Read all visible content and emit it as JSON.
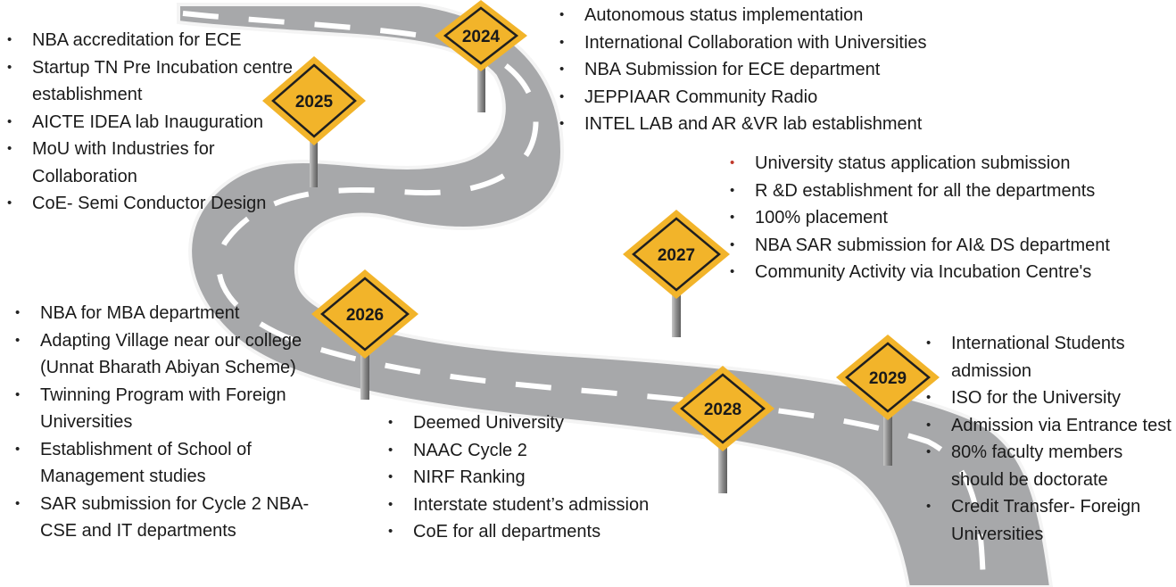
{
  "milestones": [
    {
      "year": "2025",
      "items": [
        "NBA accreditation for ECE",
        "Startup TN Pre Incubation centre establishment",
        "AICTE IDEA lab Inauguration",
        "MoU with Industries for Collaboration",
        "CoE- Semi Conductor Design"
      ]
    },
    {
      "year": "2024",
      "items": [
        "Autonomous status implementation",
        "International Collaboration with Universities",
        "NBA Submission for ECE department",
        "JEPPIAAR Community Radio",
        "INTEL LAB and AR &VR lab establishment"
      ]
    },
    {
      "year": "2027",
      "items": [
        "University status application submission",
        "R &D establishment for all the departments",
        "100% placement",
        "NBA SAR submission for AI& DS department",
        "Community Activity via Incubation Centre's"
      ]
    },
    {
      "year": "2026",
      "items": [
        "NBA for MBA department",
        "Adapting Village near our college (Unnat Bharath Abiyan Scheme)",
        "Twinning Program with Foreign Universities",
        "Establishment of School of Management studies",
        "SAR submission for Cycle 2 NBA- CSE and IT departments"
      ]
    },
    {
      "year": "2028",
      "items": [
        "Deemed University",
        "NAAC Cycle 2",
        "NIRF Ranking",
        "Interstate student’s admission",
        "CoE for all departments"
      ]
    },
    {
      "year": "2029",
      "items": [
        "International Students admission",
        "ISO for the University",
        "Admission via Entrance test",
        "80% faculty members should be doctorate",
        "Credit Transfer- Foreign Universities"
      ]
    }
  ],
  "colors": {
    "road": "#a7a8aa",
    "road_edge": "#f4f4f4",
    "lane_marking": "#ffffff",
    "sign_fill": "#f2b42a",
    "sign_border": "#1f1f1f",
    "post": "#8f8f8f"
  }
}
